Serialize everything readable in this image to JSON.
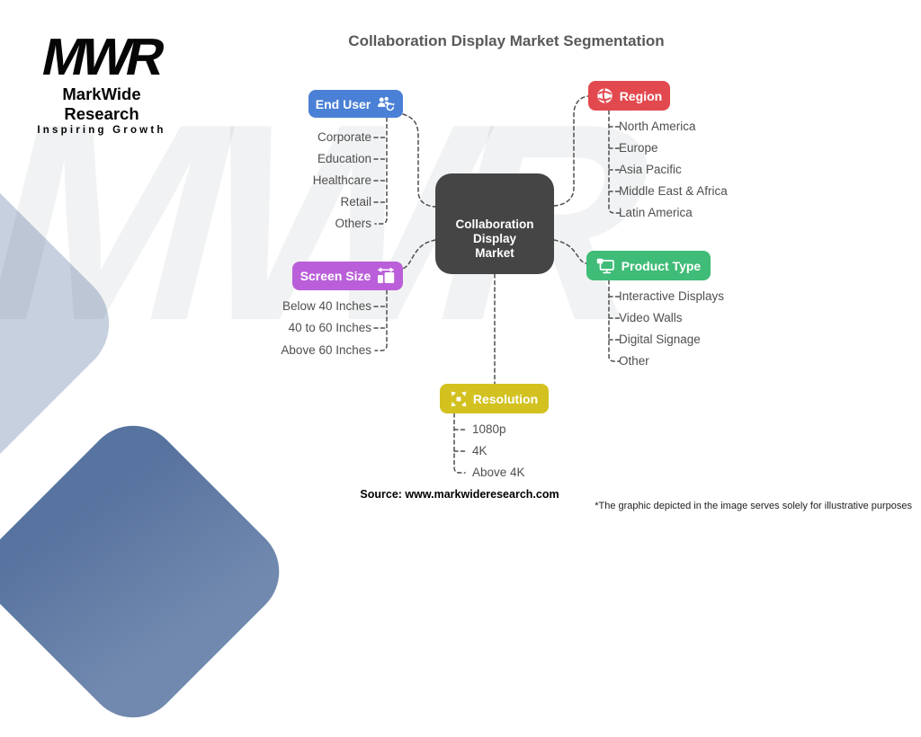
{
  "title": "Collaboration Display Market Segmentation",
  "logo": {
    "acronym": "MWR",
    "name": "MarkWide Research",
    "tagline": "Inspiring Growth"
  },
  "watermark": "MWR",
  "center": {
    "label": "Collaboration Display Market",
    "lines": [
      "Collaboration",
      "Display",
      "Market"
    ],
    "color": "#454545"
  },
  "branches": [
    {
      "id": "end-user",
      "label": "End User",
      "color": "#4a80d5",
      "icon": "users-refresh-icon",
      "items": [
        "Corporate",
        "Education",
        "Healthcare",
        "Retail",
        "Others"
      ]
    },
    {
      "id": "region",
      "label": "Region",
      "color": "#e2494f",
      "icon": "globe-icon",
      "items": [
        "North America",
        "Europe",
        "Asia Pacific",
        "Middle East & Africa",
        "Latin America"
      ]
    },
    {
      "id": "screen-size",
      "label": "Screen Size",
      "color": "#ba5fd9",
      "icon": "screen-resize-icon",
      "items": [
        "Below 40 Inches",
        "40 to 60 Inches",
        "Above 60 Inches"
      ]
    },
    {
      "id": "product-type",
      "label": "Product Type",
      "color": "#3fbc77",
      "icon": "display-monitor-icon",
      "items": [
        "Interactive Displays",
        "Video Walls",
        "Digital Signage",
        "Other"
      ]
    },
    {
      "id": "resolution",
      "label": "Resolution",
      "color": "#d2c11f",
      "icon": "expand-arrows-icon",
      "items": [
        "1080p",
        "4K",
        "Above 4K"
      ]
    }
  ],
  "connector_color": "#4f4f4f",
  "footer": {
    "source": "Source: www.markwideresearch.com",
    "disclaimer": "*The graphic depicted in the image serves solely for illustrative purposes"
  }
}
